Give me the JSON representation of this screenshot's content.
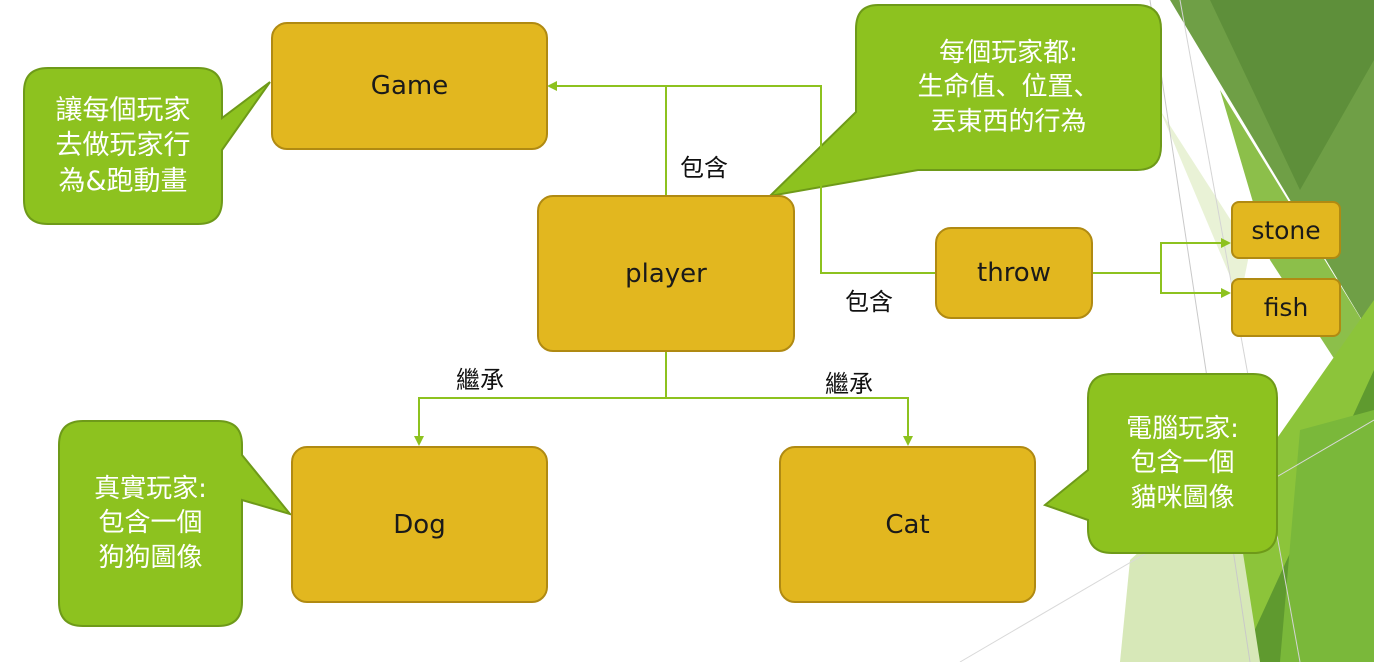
{
  "diagram": {
    "nodes": {
      "game": "Game",
      "player": "player",
      "throw": "throw",
      "stone": "stone",
      "fish": "fish",
      "dog": "Dog",
      "cat": "Cat"
    },
    "edge_labels": {
      "player_game": "包含",
      "player_throw": "包含",
      "player_dog": "繼承",
      "player_cat": "繼承"
    },
    "callouts": {
      "game_note": [
        "讓每個玩家",
        "去做玩家行",
        "為&跑動畫"
      ],
      "player_note": [
        "每個玩家都:",
        "生命值、位置、",
        "丟東西的行為"
      ],
      "dog_note": [
        "真實玩家:",
        "包含一個",
        "狗狗圖像"
      ],
      "cat_note": [
        "電腦玩家:",
        "包含一個",
        "貓咪圖像"
      ]
    },
    "colors": {
      "node_fill": "#e2b71f",
      "node_border": "#b08a12",
      "callout_fill": "#8dc21f",
      "callout_border": "#6e9a19",
      "connector": "#8dc21f"
    }
  }
}
